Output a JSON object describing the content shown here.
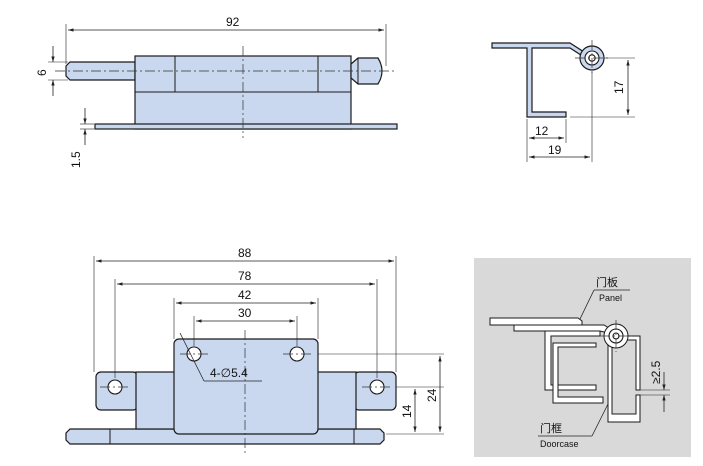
{
  "top_view": {
    "overall_length": "92",
    "pin_diameter": "6",
    "plate_thickness": "1.5"
  },
  "side_view": {
    "height": "17",
    "inner_width": "12",
    "outer_width": "19"
  },
  "front_view": {
    "hole_span_outer": "88",
    "hole_span_mid": "78",
    "hole_span_inner": "42",
    "hole_span_center": "30",
    "hole_callout": "4-∅5.4",
    "height_14": "14",
    "height_24": "24"
  },
  "install_view": {
    "panel_label_cn": "门板",
    "panel_label_en": "Panel",
    "frame_label_cn": "门框",
    "frame_label_en": "Doorcase",
    "gap": "≥2.5",
    "background": "#d9d9d9"
  },
  "colors": {
    "part_fill": "#c9d7ef",
    "line": "#1a1a1a"
  }
}
